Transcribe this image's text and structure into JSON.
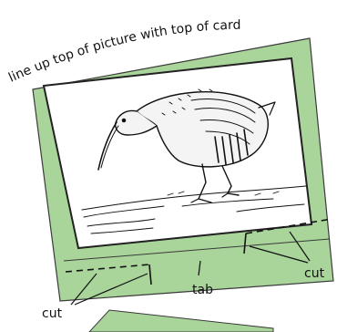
{
  "diagram": {
    "instruction": "line up top of picture with top of card",
    "labels": {
      "tab": "tab",
      "cut_left": "cut",
      "cut_right": "cut"
    },
    "colors": {
      "card": "#a9d59b",
      "card_outline": "#3a3a3a",
      "picture_bg": "#ffffff",
      "ink": "#111111"
    },
    "picture_subject": "wading-bird-illustration"
  }
}
